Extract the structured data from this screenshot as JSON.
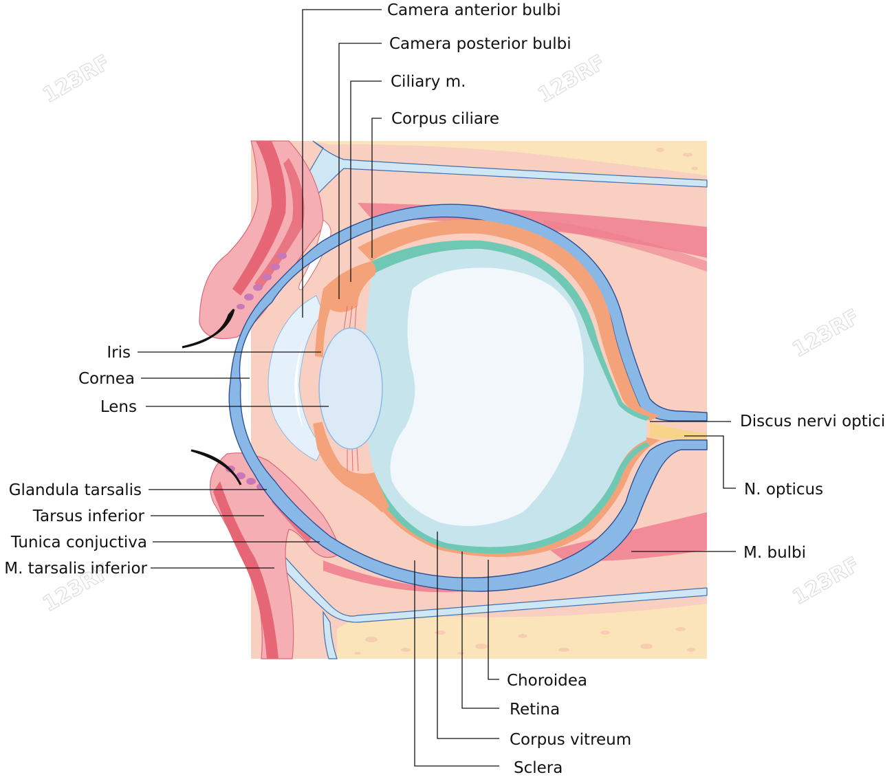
{
  "watermark": "123RF",
  "labels": {
    "camera_anterior_bulbi": "Camera anterior bulbi",
    "camera_posterior_bulbi": "Camera posterior bulbi",
    "ciliary_m": "Ciliary m.",
    "corpus_ciliare": "Corpus ciliare",
    "iris": "Iris",
    "cornea": "Cornea",
    "lens": "Lens",
    "glandula_tarsalis": "Glandula tarsalis",
    "tarsus_inferior": "Tarsus inferior",
    "tunica_conjuctiva": "Tunica conjuctiva",
    "m_tarsalis_inferior": "M. tarsalis inferior",
    "discus_nervi_optici": "Discus nervi optici",
    "n_opticus": "N. opticus",
    "m_bulbi": "M. bulbi",
    "choroidea": "Choroidea",
    "retina": "Retina",
    "corpus_vitreum": "Corpus vitreum",
    "sclera": "Sclera"
  },
  "colors": {
    "skin": "#f8cfc0",
    "muscle": "#ef7f8f",
    "bone": "#fbe4ba",
    "sclera": "#8ab8e6",
    "choroid": "#f3a27a",
    "retina": "#6fc8b4",
    "vitreous": "#c6e4ec",
    "vitreous_core": "#f2f7fb",
    "lens": "#dceaf7",
    "conjunctiva": "#cfe6f5"
  }
}
